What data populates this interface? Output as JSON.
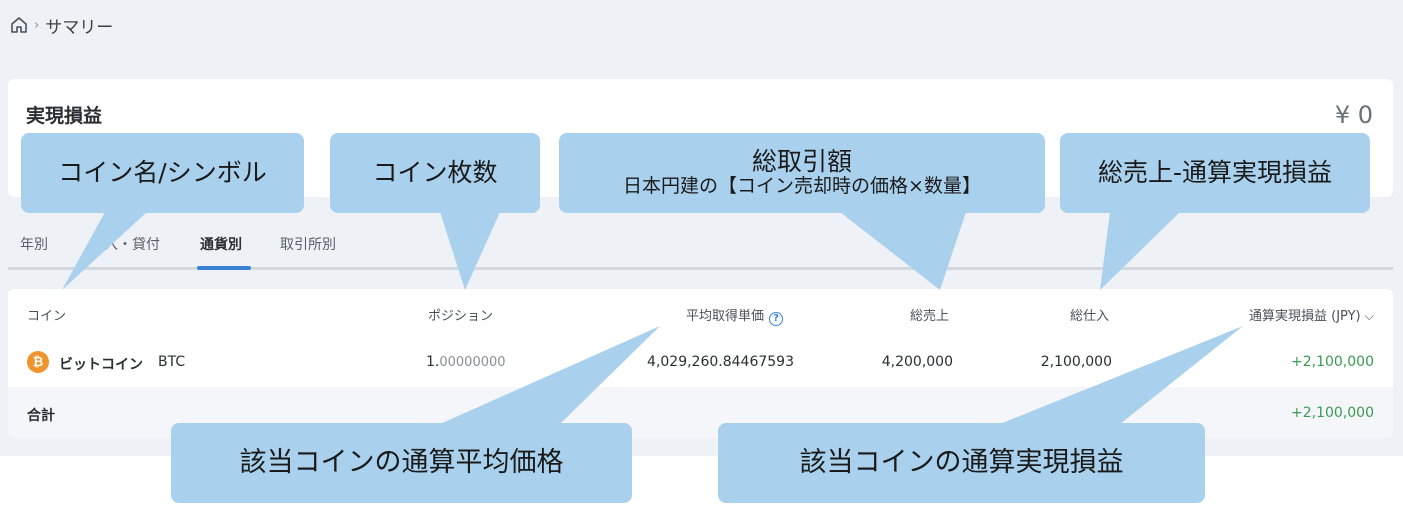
{
  "breadcrumb": {
    "current": "サマリー"
  },
  "summary": {
    "title": "実現損益",
    "amount": "¥ 0"
  },
  "tabs": [
    {
      "label": "年別"
    },
    {
      "label": "借入・貸付"
    },
    {
      "label": "通貨別"
    },
    {
      "label": "取引所別"
    }
  ],
  "table": {
    "headers": {
      "coin": "コイン",
      "position": "ポジション",
      "avg_price": "平均取得単価",
      "total_sales": "総売上",
      "total_purchase": "総仕入",
      "realized_pnl": "通算実現損益 (JPY)"
    },
    "rows": [
      {
        "coin_name": "ビットコイン",
        "symbol": "BTC",
        "position_int": "1.",
        "position_dec": "00000000",
        "avg_price": "4,029,260.84467593",
        "total_sales": "4,200,000",
        "total_purchase": "2,100,000",
        "realized_pnl": "+2,100,000"
      }
    ],
    "total": {
      "label": "合計",
      "realized_pnl": "+2,100,000"
    }
  },
  "callouts": {
    "coin_name": "コイン名/シンボル",
    "coin_count": "コイン枚数",
    "total_amount_title": "総取引額",
    "total_amount_sub": "日本円建の【コイン売却時の価格×数量】",
    "sales_minus_pnl": "総売上-通算実現損益",
    "avg_price": "該当コインの通算平均価格",
    "realized_pnl": "該当コインの通算実現損益"
  },
  "colors": {
    "accent": "#3a82d6",
    "positive": "#3a9a52",
    "bitcoin": "#f0932d",
    "callout": "#a9d1ee"
  },
  "icons": {
    "home": "home-icon",
    "coin": "bitcoin-icon",
    "help": "help-circle-icon",
    "sort": "chevron-down-icon"
  }
}
